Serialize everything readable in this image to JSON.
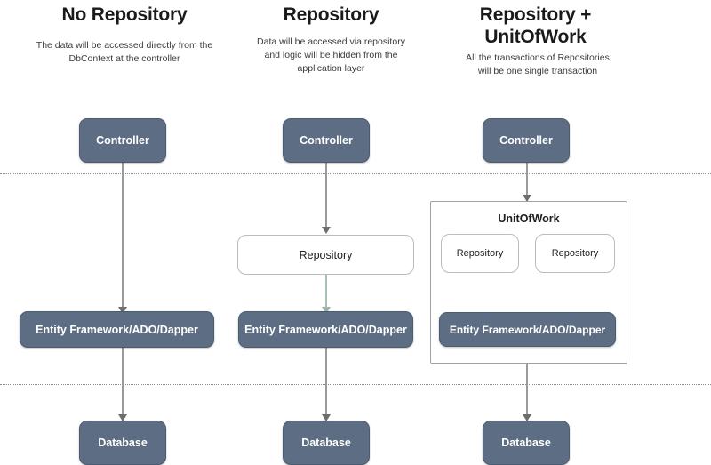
{
  "diagram": {
    "title_row": [
      {
        "id": "col-1",
        "title": "No Repository",
        "description": "The data will be accessed directly from the DbContext at the controller"
      },
      {
        "id": "col-2",
        "title": "Repository",
        "description": "Data will be accessed via repository and logic will be hidden from the application layer"
      },
      {
        "id": "col-3",
        "title": "Repository + UnitOfWork",
        "description": "All the transactions of Repositories will be one single transaction"
      }
    ],
    "labels": {
      "controller": "Controller",
      "repository": "Repository",
      "entity_framework": "Entity Framework/ADO/Dapper",
      "database": "Database",
      "unit_of_work": "UnitOfWork"
    },
    "colors": {
      "dark_node_fill": "#5d6e84",
      "dark_node_border": "#4c5c70",
      "dark_node_text": "#ffffff",
      "light_node_fill": "#ffffff",
      "light_node_border": "#b9bcc0",
      "light_node_text": "#202020",
      "connector": "#9a9a9a",
      "connector_green": "#a9bdb8",
      "divider": "#8d8d8d",
      "background": "#ffffff"
    },
    "columns": {
      "col_1": {
        "nodes": [
          {
            "name": "controller",
            "label": "Controller"
          },
          {
            "name": "entity-framework",
            "label": "Entity Framework/ADO/Dapper"
          },
          {
            "name": "database",
            "label": "Database"
          }
        ]
      },
      "col_2": {
        "nodes": [
          {
            "name": "controller",
            "label": "Controller"
          },
          {
            "name": "repository",
            "label": "Repository"
          },
          {
            "name": "entity-framework",
            "label": "Entity Framework/ADO/Dapper"
          },
          {
            "name": "database",
            "label": "Database"
          }
        ]
      },
      "col_3": {
        "nodes": [
          {
            "name": "controller",
            "label": "Controller"
          },
          {
            "name": "unit-of-work",
            "label": "UnitOfWork"
          },
          {
            "name": "repository-1",
            "label": "Repository"
          },
          {
            "name": "repository-2",
            "label": "Repository"
          },
          {
            "name": "entity-framework",
            "label": "Entity Framework/ADO/Dapper"
          },
          {
            "name": "database",
            "label": "Database"
          }
        ]
      }
    }
  }
}
